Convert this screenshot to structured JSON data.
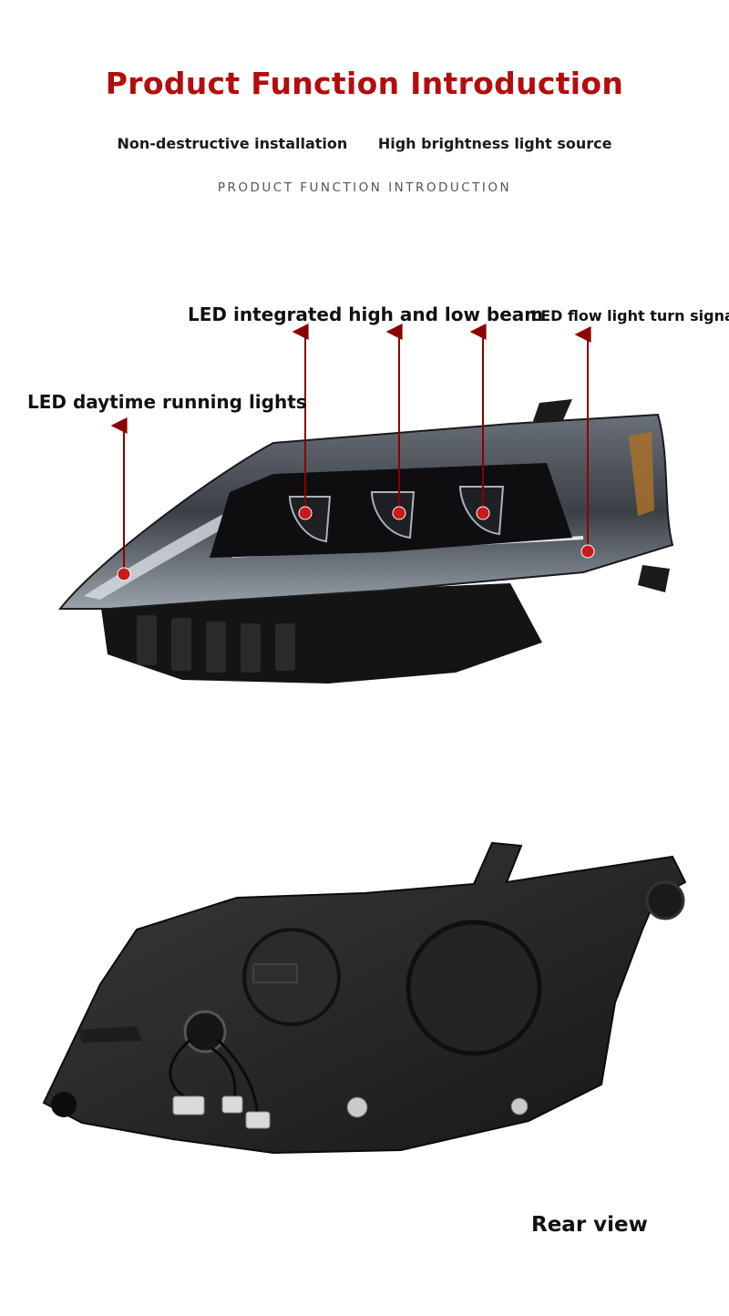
{
  "header": {
    "title": "Product Function Introduction",
    "features": [
      "Non-destructive installation",
      "High brightness light source"
    ],
    "subtitle": "PRODUCT FUNCTION INTRODUCTION"
  },
  "callouts": {
    "beam": "LED integrated high and low beam",
    "flow": "LED flow light turn signal",
    "drl": "LED daytime running lights"
  },
  "rear_view_label": "Rear view",
  "colors": {
    "accent": "#b30d0d",
    "callout_line": "#8b0000"
  }
}
